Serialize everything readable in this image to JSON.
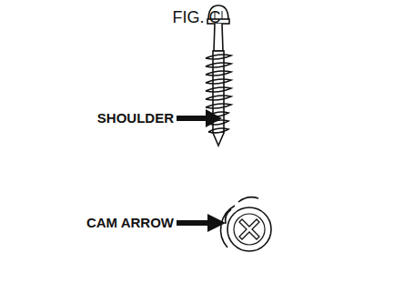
{
  "diagram": {
    "labels": [
      "FIG. C",
      "SHOULDER",
      "CAM ARROW"
    ]
  }
}
